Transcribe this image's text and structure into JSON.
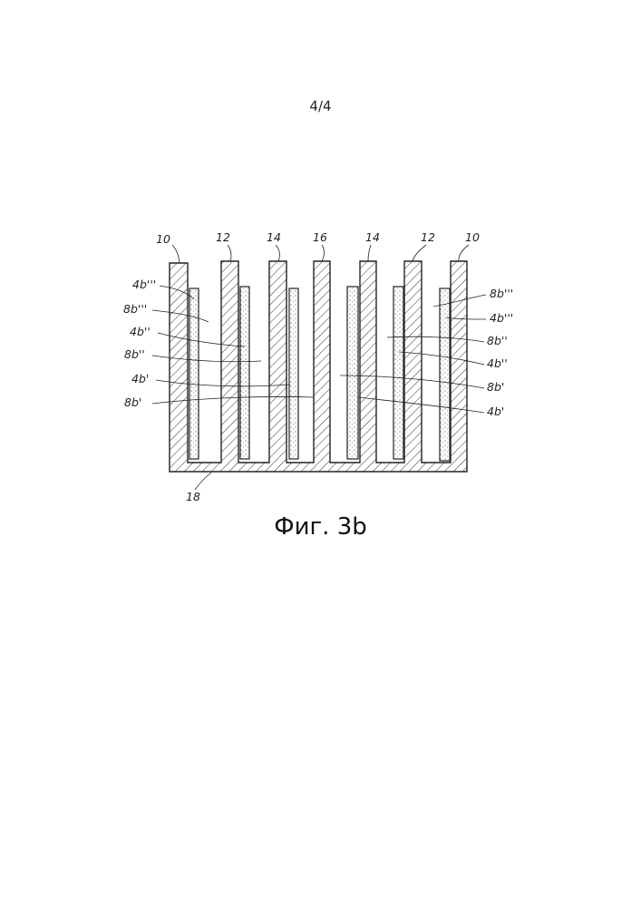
{
  "page": {
    "number": "4/4"
  },
  "figure": {
    "caption": "Фиг. 3b",
    "top_labels": [
      "10",
      "12",
      "14",
      "16",
      "14",
      "12",
      "10"
    ],
    "base_label": "18",
    "left_labels": [
      "4b'''",
      "8b'''",
      "4b''",
      "8b''",
      "4b'",
      "8b'"
    ],
    "right_labels": [
      "8b'''",
      "4b'''",
      "8b''",
      "4b''",
      "8b'",
      "4b'"
    ]
  }
}
